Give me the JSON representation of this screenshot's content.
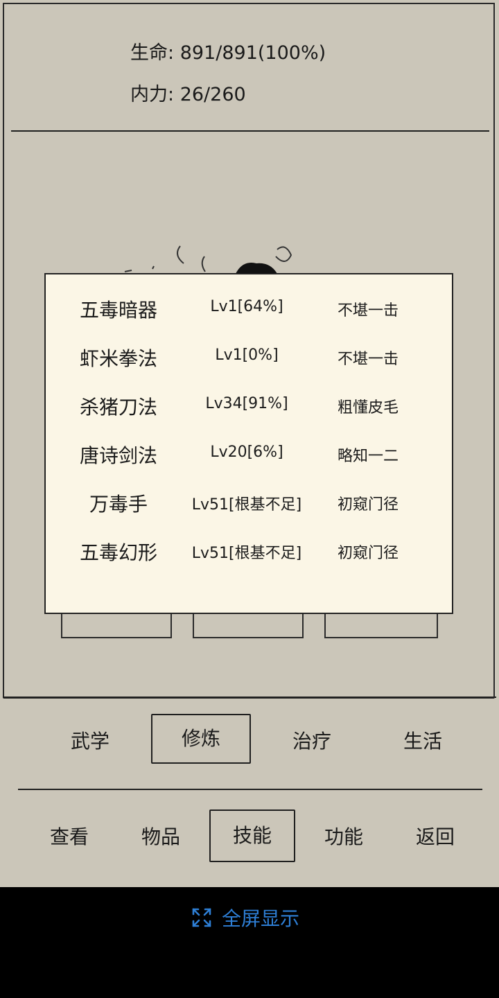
{
  "stats": {
    "hp_label": "生命:",
    "hp_value": "891/891(100%)",
    "mp_label": "内力:",
    "mp_value": "26/260"
  },
  "skills": [
    {
      "name": "五毒暗器",
      "level": "Lv1[64%]",
      "rank": "不堪一击"
    },
    {
      "name": "虾米拳法",
      "level": "Lv1[0%]",
      "rank": "不堪一击"
    },
    {
      "name": "杀猪刀法",
      "level": "Lv34[91%]",
      "rank": "粗懂皮毛"
    },
    {
      "name": "唐诗剑法",
      "level": "Lv20[6%]",
      "rank": "略知一二"
    },
    {
      "name": "万毒手",
      "level": "Lv51[根基不足]",
      "rank": "初窥门径"
    },
    {
      "name": "五毒幻形",
      "level": "Lv51[根基不足]",
      "rank": "初窥门径"
    }
  ],
  "category_tabs": {
    "martial": "武学",
    "practice": "修炼",
    "heal": "治疗",
    "life": "生活",
    "active": "practice"
  },
  "main_tabs": {
    "view": "查看",
    "items": "物品",
    "skills": "技能",
    "function": "功能",
    "back": "返回",
    "active": "skills"
  },
  "fullscreen": {
    "label": "全屏显示",
    "icon": "expand-icon",
    "color": "#2e7fd6"
  },
  "colors": {
    "background": "#cbc6b9",
    "dialog": "#fbf6e6",
    "ink": "#1a1a1a"
  }
}
